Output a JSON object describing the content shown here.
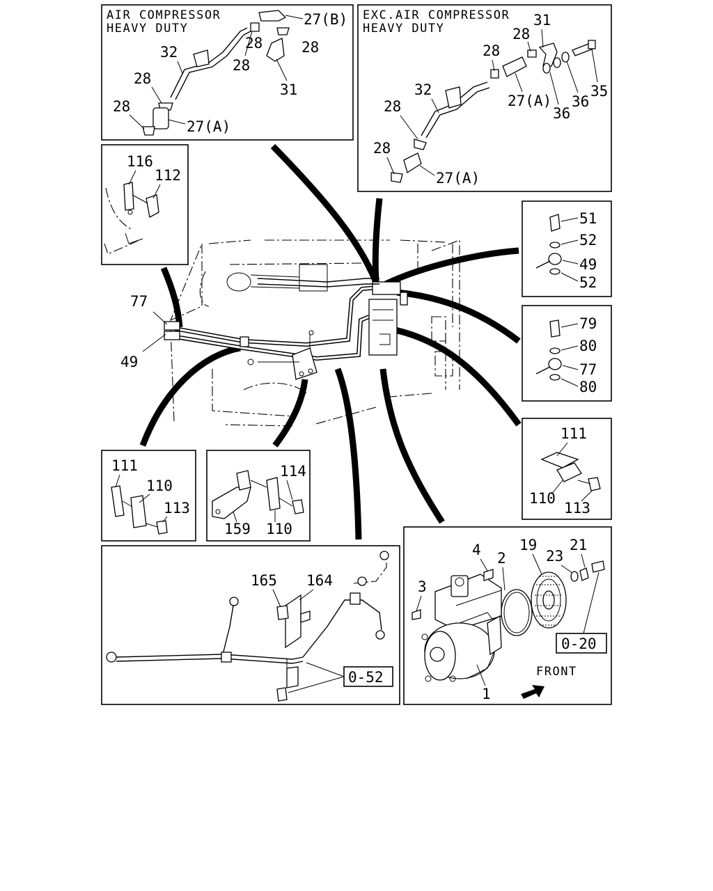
{
  "panels": {
    "air_compressor_heavy_duty": {
      "title_line1": "AIR COMPRESSOR",
      "title_line2": "HEAVY DUTY",
      "labels": [
        "27(B)",
        "28",
        "28",
        "32",
        "28",
        "31",
        "28",
        "28",
        "27(A)"
      ]
    },
    "exc_air_compressor_heavy_duty": {
      "title_line1": "EXC.AIR COMPRESSOR",
      "title_line2": "HEAVY DUTY",
      "labels": [
        "31",
        "28",
        "28",
        "35",
        "32",
        "27(A)",
        "36",
        "36",
        "28",
        "28",
        "27(A)"
      ]
    },
    "clip_detail_top_left": {
      "labels": [
        "116",
        "112"
      ]
    },
    "banjo_detail_49": {
      "labels": [
        "51",
        "52",
        "49",
        "52"
      ]
    },
    "banjo_detail_77": {
      "labels": [
        "79",
        "80",
        "77",
        "80"
      ]
    },
    "clamp_detail_right": {
      "labels": [
        "111",
        "110",
        "113"
      ]
    },
    "main_view": {
      "labels": [
        "77",
        "49"
      ]
    },
    "clamp_detail_left": {
      "labels": [
        "111",
        "110",
        "113"
      ]
    },
    "bracket_detail": {
      "labels": [
        "114",
        "159",
        "110"
      ]
    },
    "harness_detail": {
      "labels": [
        "165",
        "164",
        "0-52"
      ]
    },
    "compressor_detail": {
      "labels": [
        "4",
        "2",
        "19",
        "21",
        "23",
        "3",
        "0-20",
        "FRONT",
        "1"
      ]
    }
  },
  "icons": [
    "front-arrow-icon"
  ]
}
